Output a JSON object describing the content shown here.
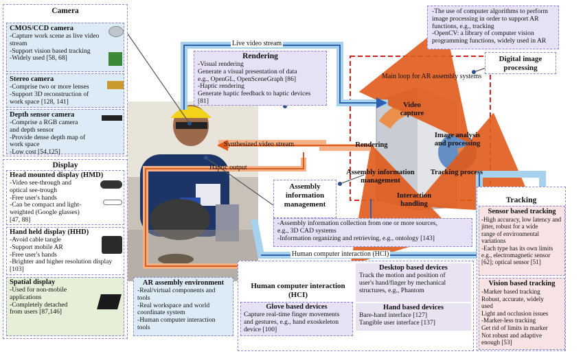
{
  "camera": {
    "title": "Camera",
    "ccd": {
      "title": "CMOS/CCD camera",
      "text": "-Capture work scene as live video\n stream\n-Support vision based tracking\n-Widely used [58, 68]"
    },
    "stereo": {
      "title": "Stereo camera",
      "text": "-Comprise two or more lenses\n-Support 3D reconstruction of\n work space [128, 141]"
    },
    "depth": {
      "title": "Depth sensor camera",
      "text": "-Comprise a RGB camera\n and depth sensor\n-Provide dense depth map of\n work space\n-Low cost [54,125]"
    }
  },
  "display": {
    "title": "Display",
    "hmd": {
      "title": "Head mounted display (HMD)",
      "text": "-Video see-through and\n optical see-trough\n-Free user's  hands\n-Can be compact and light-\n weighted (Google glasses)\n[47, 88]"
    },
    "hhd": {
      "title": "Hand held display (HHD)",
      "text": "-Avoid cable tangle\n-Support mobile AR\n-Free user's hands\n-Brighter and higher resolution display\n[103]"
    },
    "spatial": {
      "title": "Spatial display",
      "text": "-Used for non-mobile\n applications\n-Completely detached\n from users [87,146]"
    }
  },
  "rendering": {
    "title": "Rendering",
    "text": "-Visual rendering\nGenerate a visual presentation of data\ne.g., OpenGL, OpenSceneGraph [86]\n-Haptic rendering\nGenerate haptic feedback to haptic devices\n[81]"
  },
  "dip": {
    "text": "-The use of computer algorithms to perform\n image processing in order to support AR\n functions, e.g., tracking\n-OpenCV: a library of computer vision\n programming functions, widely used in AR",
    "label": "Digital image\nprocessing"
  },
  "loop": {
    "title": "Main loop for AR assembly systems",
    "video_capture": "Video\ncapture",
    "image_analysis": "Image analysis\nand processing",
    "tracking_process": "Tracking process",
    "interaction": "Interaction\nhandling",
    "assembly_info": "Assembly information\nmanagement",
    "rendering": "Rendering"
  },
  "arrows": {
    "live_video": "Live video stream",
    "synth_video": "Synthesized video stream",
    "haptic": "Haptic output",
    "hci": "Human computer interaction (HCI)"
  },
  "aim": {
    "title": "Assembly\ninformation\nmanagement",
    "text": "-Assembly information collection from one or more sources,\n e.g., 3D CAD systems\n-Information organizing and retrieving, e.g., ontology [143]"
  },
  "tracking": {
    "title": "Tracking",
    "sensor": {
      "title": "Sensor based tracking",
      "text": "-High accuracy, low latency and\n jitter, robust for a wide\n range of environmental\n variations\n-Each type has its own limits\n e.g., electromagnetic sensor\n [62]; optical sensor [51]"
    },
    "vision": {
      "title": "Vision based tracking",
      "text": "-Marker based tracking\n Robust, accurate, widely\n used\n Light and occlusion issues\n-Marker-less tracking\n Get rid of limits in marker\n Not robust and adaptive\n enough [53]"
    }
  },
  "ar_env": {
    "title": "AR assembly environment",
    "text": "-Real/virtual components and\n tools\n-Real workspace and world\n coordinate system\n-Human computer interaction\n tools"
  },
  "hci": {
    "title": "Human computer interaction\n(HCI)",
    "glove": {
      "title": "Glove based devices",
      "text": "Capture real-time finger movements\nand gestures, e.g., hand exoskeleton\ndevice [100]"
    },
    "desktop": {
      "title": "Desktop based devices",
      "text": "Track the motion and position of\nuser's hand/finger by mechanical\nstructures, e.g., Phantom"
    },
    "hand": {
      "title": "Hand based devices",
      "text": "Bare-hand interface [127]\nTangible user interface [137]"
    }
  }
}
